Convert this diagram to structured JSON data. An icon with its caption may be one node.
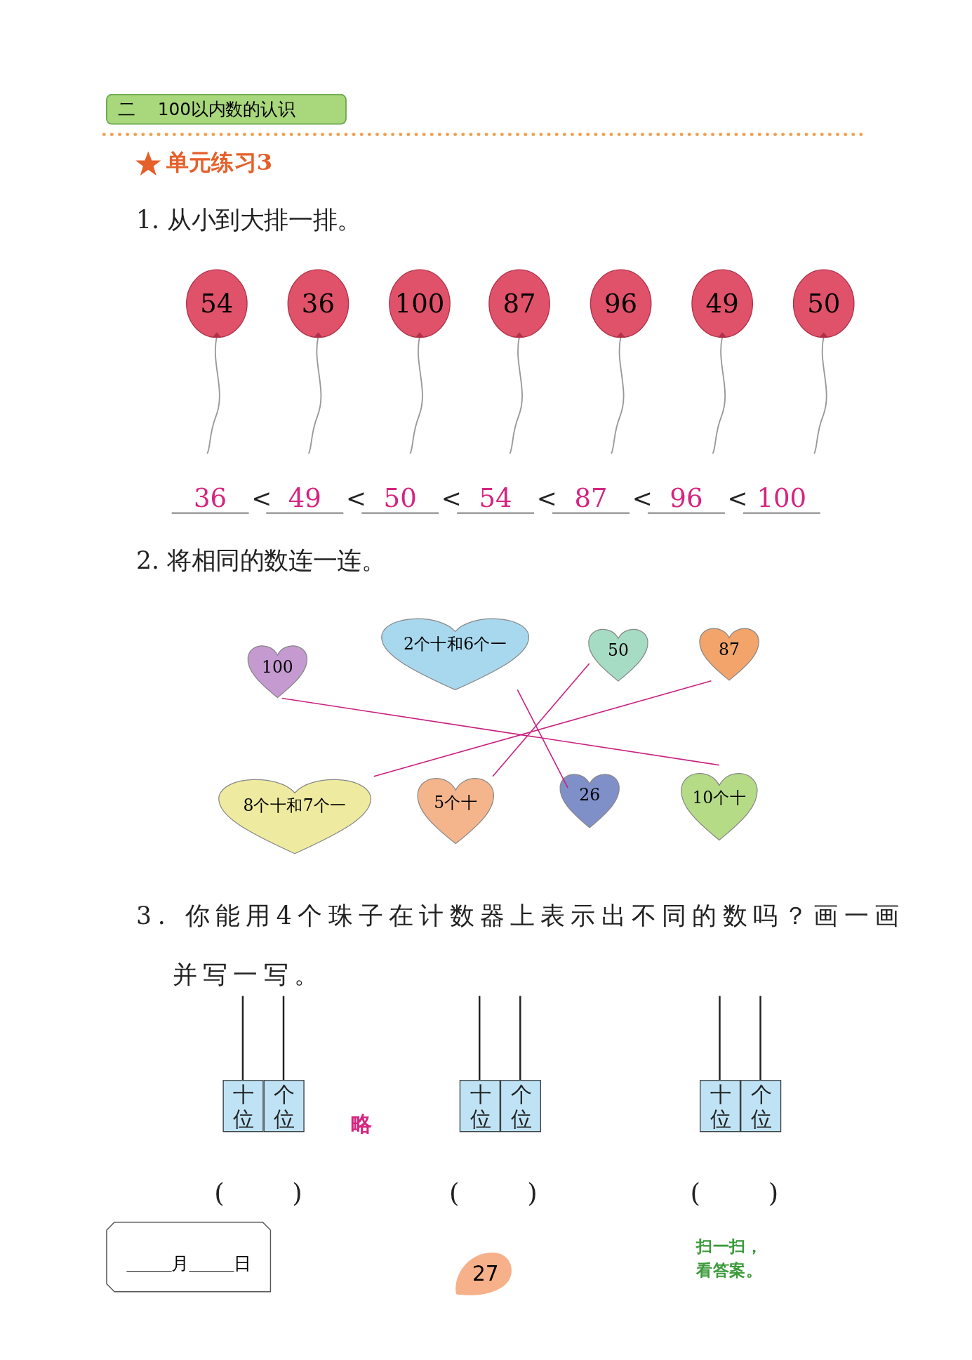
{
  "diagram": {
    "nodes": [
      {
        "text": [
          "二",
          "100以内数的认识"
        ]
      },
      {
        "text": [
          "54"
        ]
      },
      {
        "text": [
          "36"
        ]
      },
      {
        "text": [
          "100"
        ]
      },
      {
        "text": [
          "87"
        ]
      },
      {
        "text": [
          "96"
        ]
      },
      {
        "text": [
          "49"
        ]
      },
      {
        "text": [
          "50"
        ]
      },
      {
        "text": [
          "100"
        ]
      },
      {
        "text": [
          "2个十和6个一"
        ]
      },
      {
        "text": [
          "50"
        ]
      },
      {
        "text": [
          "87"
        ]
      },
      {
        "text": [
          "8个十和7个一"
        ]
      },
      {
        "text": [
          "5个十"
        ]
      },
      {
        "text": [
          "26"
        ]
      },
      {
        "text": [
          "10个十"
        ]
      },
      {
        "text": [
          "月",
          "日"
        ]
      },
      {
        "text": [
          "27"
        ]
      }
    ],
    "edges": [
      {
        "from": 8,
        "to": 15,
        "arrow": "none"
      },
      {
        "from": 11,
        "to": 12,
        "arrow": "none"
      },
      {
        "from": 10,
        "to": 13,
        "arrow": "none"
      },
      {
        "from": 9,
        "to": 14,
        "arrow": "none"
      }
    ],
    "labels": [
      "单元练习3",
      "1. 从小到大排一排。",
      "36",
      "<",
      "49",
      "<",
      "50",
      "<",
      "54",
      "<",
      "87",
      "<",
      "96",
      "<",
      "100",
      "2. 将相同的数连一连。",
      "3. 你能用4个珠子在计数器上表示出不同的数吗？画一画并写一写。",
      "十位",
      "个位",
      "略",
      "十位",
      "个位",
      "十位",
      "个位",
      "(",
      ")",
      "(",
      ")",
      "(",
      ")",
      "扫一扫，看答案。"
    ]
  }
}
